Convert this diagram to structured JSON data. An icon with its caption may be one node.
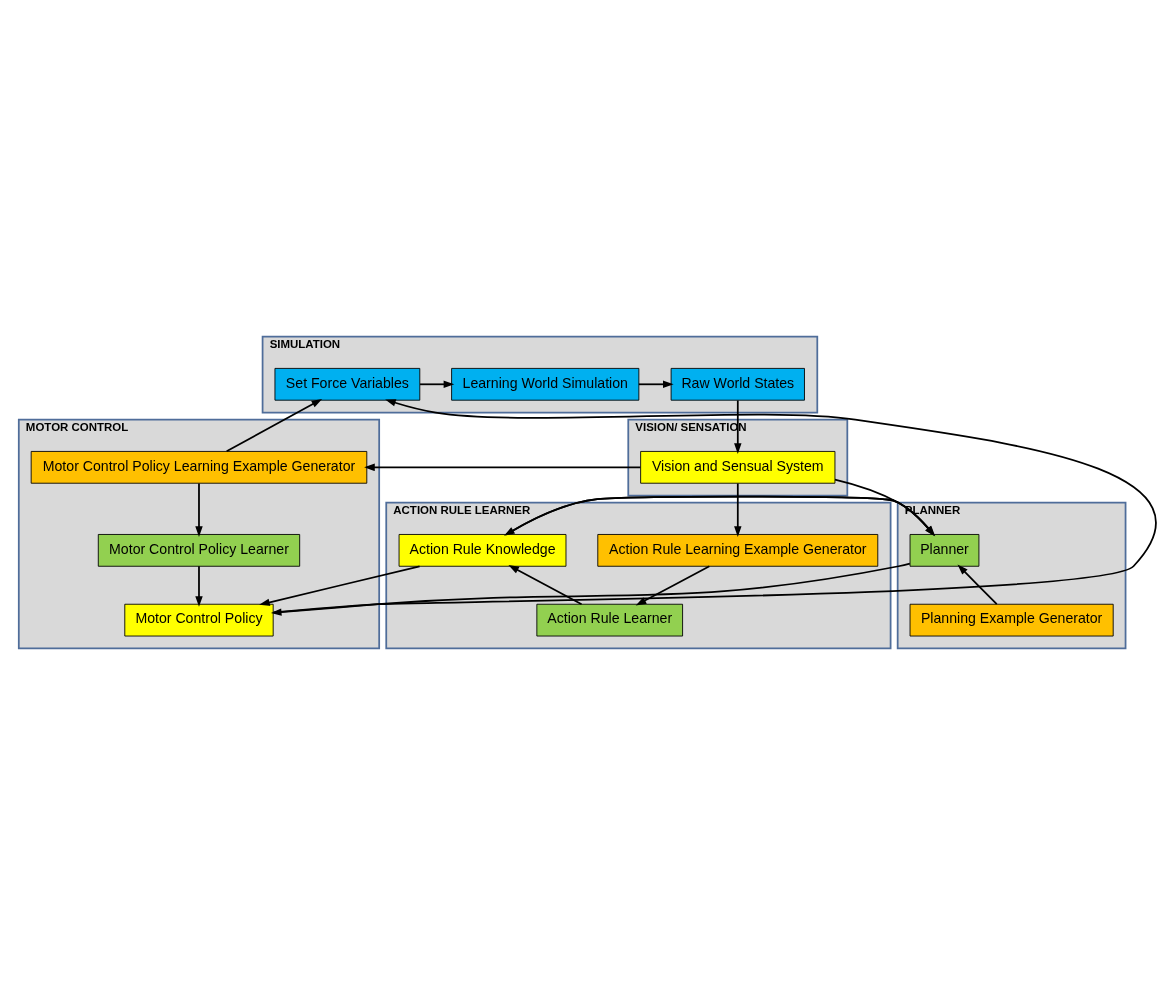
{
  "diagram": {
    "nodes": [
      {
        "text": [
          "SIMULATION"
        ]
      },
      {
        "text": [
          "Raw World States"
        ],
        "in": 0
      },
      {
        "text": [
          "Learning World Simulation"
        ],
        "in": 0
      },
      {
        "text": [
          "Set Force Variables"
        ],
        "in": 0
      },
      {
        "text": [
          "VISION/ SENSATION"
        ]
      },
      {
        "text": [
          "Vision and Sensual System"
        ],
        "in": 4
      },
      {
        "text": [
          "MOTOR CONTROL"
        ]
      },
      {
        "text": [
          "Motor Control Policy Learning Example Generator"
        ],
        "in": 6
      },
      {
        "text": [
          "Motor Control Policy"
        ],
        "in": 6
      },
      {
        "text": [
          "Motor Control Policy Learner"
        ],
        "in": 6
      },
      {
        "text": [
          "ACTION RULE LEARNER"
        ]
      },
      {
        "text": [
          "Action Rule Learning Example Generator"
        ],
        "in": 10
      },
      {
        "text": [
          "Action Rule Knowledge"
        ],
        "in": 10
      },
      {
        "text": [
          "Action Rule Learner"
        ],
        "in": 10
      },
      {
        "text": [
          "PLANNER"
        ]
      },
      {
        "text": [
          "Planner"
        ],
        "in": 14
      },
      {
        "text": [
          "Planning Example Generator"
        ],
        "in": 14
      }
    ],
    "edges": [
      {
        "from": 2,
        "to": 1,
        "arrow": "to"
      },
      {
        "from": 3,
        "to": 2,
        "arrow": "to"
      },
      {
        "from": 1,
        "to": 5,
        "arrow": "to"
      },
      {
        "from": 5,
        "to": 7,
        "arrow": "to"
      },
      {
        "from": 7,
        "to": 3,
        "arrow": "to"
      },
      {
        "from": 8,
        "to": 3,
        "arrow": "to"
      },
      {
        "from": 7,
        "to": 9,
        "arrow": "to"
      },
      {
        "from": 9,
        "to": 8,
        "arrow": "to"
      },
      {
        "from": 5,
        "to": 11,
        "arrow": "to"
      },
      {
        "from": 5,
        "to": 15,
        "arrow": "to"
      },
      {
        "from": 12,
        "to": 8,
        "arrow": "to"
      },
      {
        "from": 15,
        "to": 8,
        "arrow": "to"
      },
      {
        "from": 15,
        "to": 12,
        "arrow": "to"
      },
      {
        "from": 12,
        "to": 15,
        "arrow": "to"
      },
      {
        "from": 11,
        "to": 13,
        "arrow": "to"
      },
      {
        "from": 13,
        "to": 12,
        "arrow": "to"
      },
      {
        "from": 16,
        "to": 15,
        "arrow": "to"
      }
    ]
  }
}
